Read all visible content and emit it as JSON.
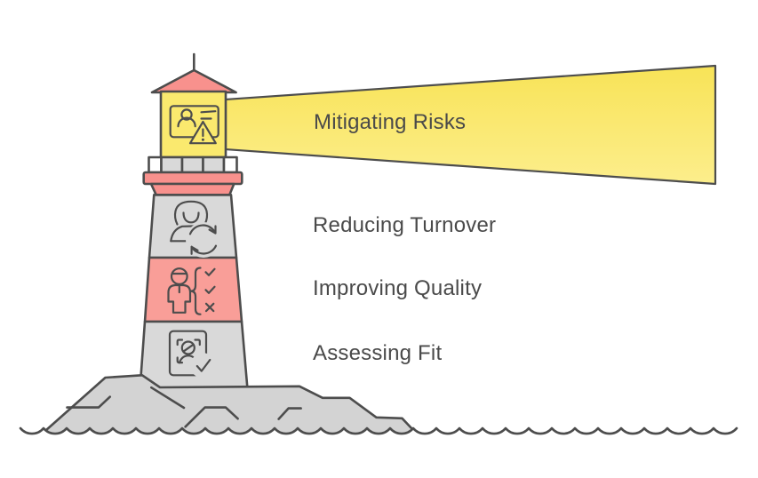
{
  "colors": {
    "background": "#ffffff",
    "outline": "#4d4d4d",
    "text": "#4a4a4a",
    "salmon": "#f8918d",
    "salmon_light": "#f99e98",
    "yellow": "#fae96e",
    "beam_top": "#f8e357",
    "beam_bottom": "#fcee8c",
    "gray": "#d9d9d9",
    "rock_gray": "#d3d3d3",
    "white": "#ffffff"
  },
  "lighthouse": {
    "beam": {
      "label": "Mitigating Risks",
      "icon": "id-card-warning-icon"
    },
    "sections": [
      {
        "label": "Reducing Turnover",
        "icon": "person-refresh-icon",
        "band_color": "gray"
      },
      {
        "label": "Improving Quality",
        "icon": "person-checklist-icon",
        "band_color": "salmon_light"
      },
      {
        "label": "Assessing Fit",
        "icon": "id-badge-check-icon",
        "band_color": "gray"
      }
    ]
  }
}
